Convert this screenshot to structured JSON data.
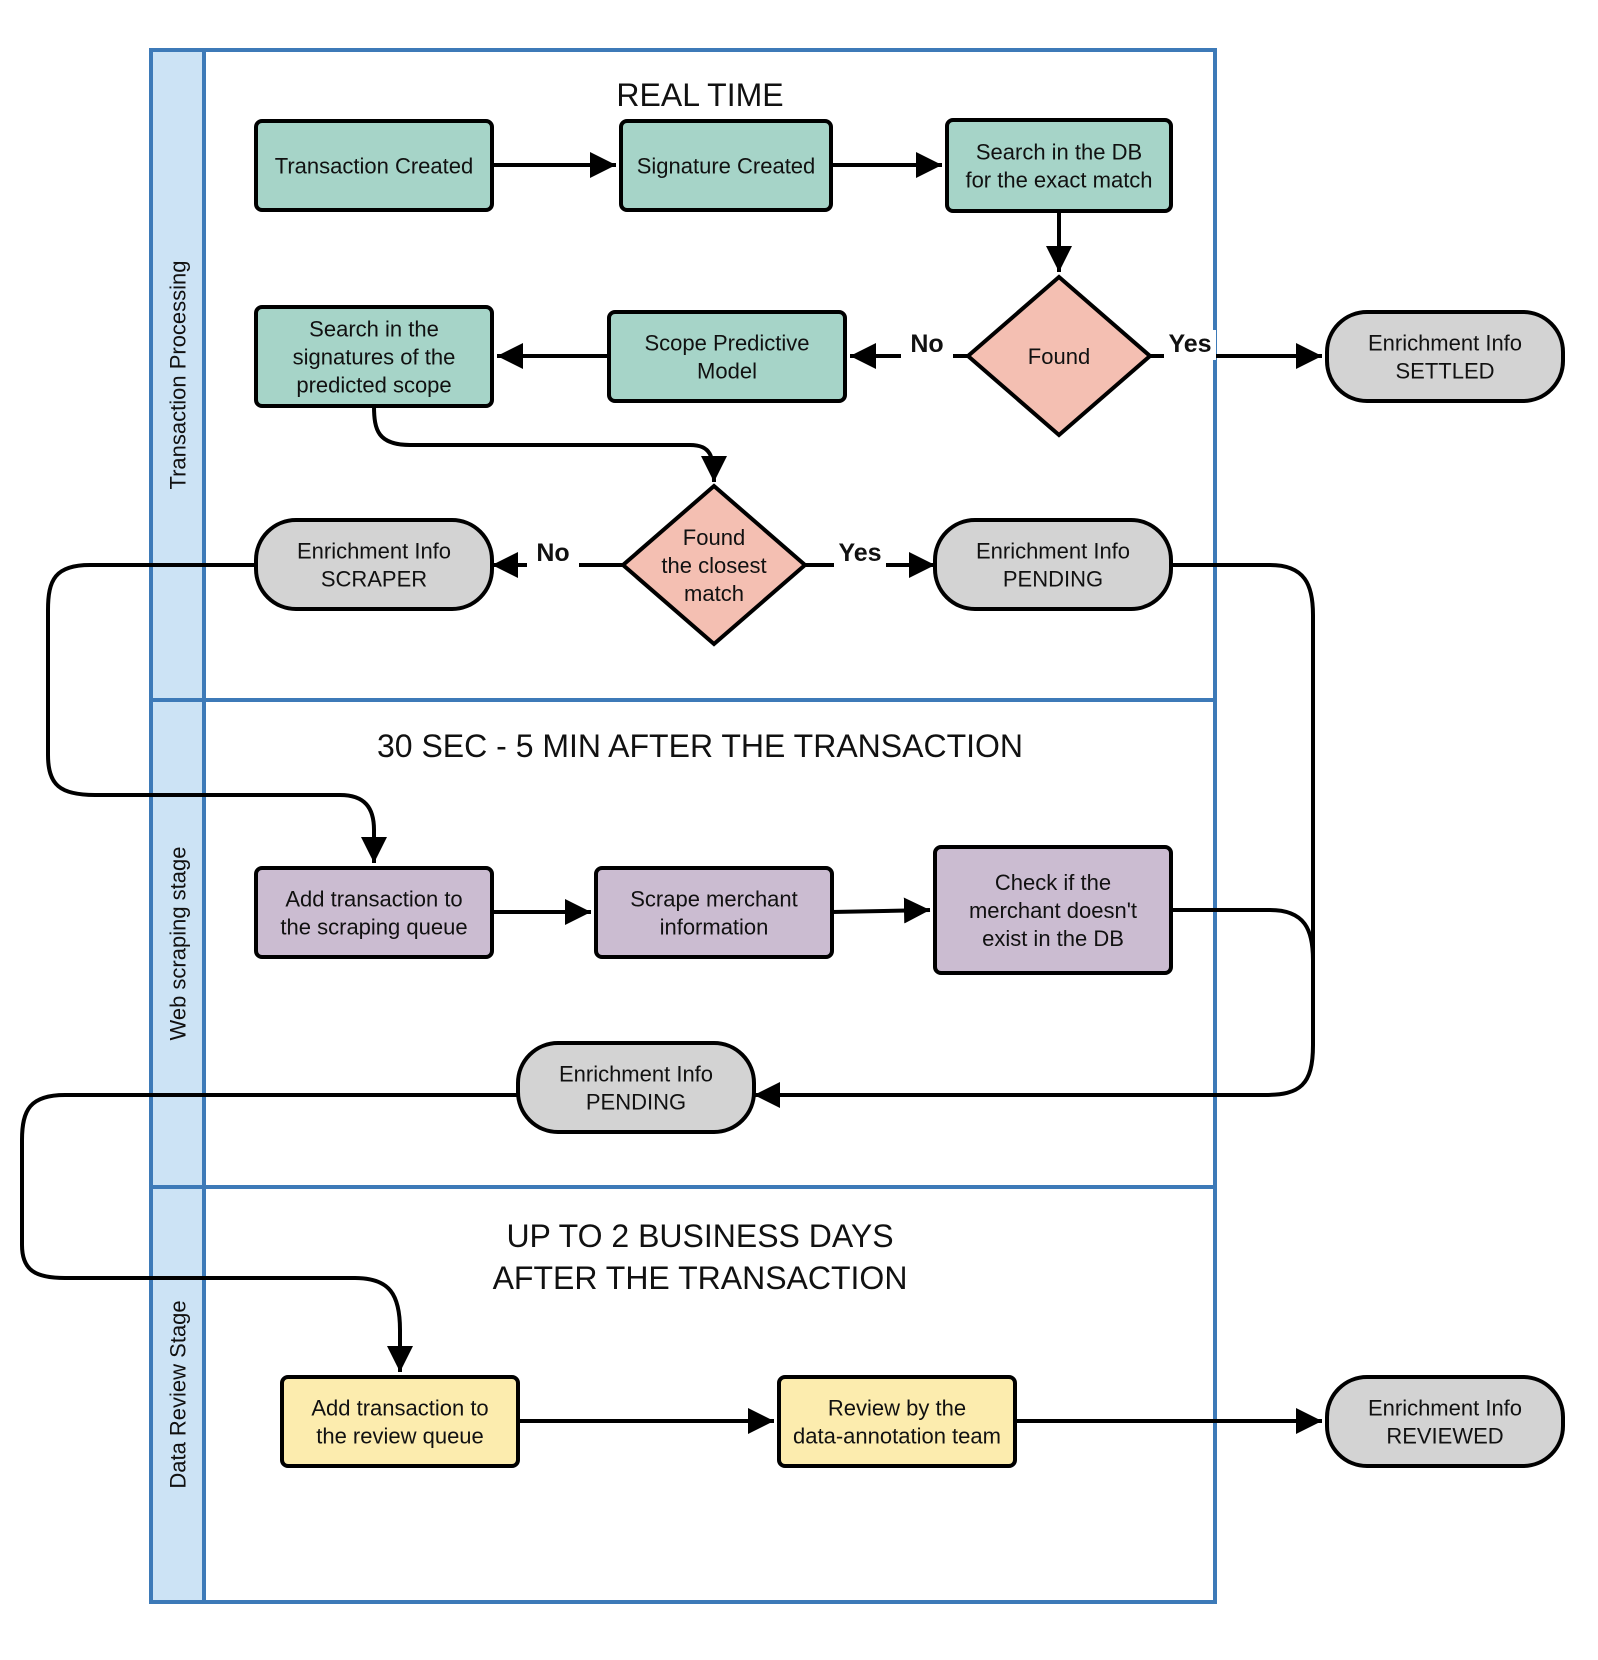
{
  "colors": {
    "lane_border": "#3d7ab8",
    "lane_header": "#cce3f5",
    "process_teal": "#a6d4c8",
    "process_purple": "#cbbcd1",
    "process_yellow": "#fcecae",
    "decision": "#f4bfb2",
    "terminal": "#d3d3d3",
    "edge": "#000000"
  },
  "lanes": [
    {
      "id": "lane_tp",
      "label": "Transaction Processing",
      "title": [
        "REAL TIME"
      ]
    },
    {
      "id": "lane_ws",
      "label": "Web scraping stage",
      "title": [
        "30 SEC - 5 MIN AFTER THE TRANSACTION"
      ]
    },
    {
      "id": "lane_dr",
      "label": "Data Review Stage",
      "title": [
        "UP TO 2 BUSINESS DAYS",
        "AFTER THE TRANSACTION"
      ]
    }
  ],
  "nodes": [
    {
      "id": "transaction_created",
      "type": "process",
      "color": "process_teal",
      "lines": [
        "Transaction Created"
      ]
    },
    {
      "id": "signature_created",
      "type": "process",
      "color": "process_teal",
      "lines": [
        "Signature Created"
      ]
    },
    {
      "id": "search_db_exact",
      "type": "process",
      "color": "process_teal",
      "lines": [
        "Search in the DB",
        "for the exact match"
      ]
    },
    {
      "id": "found",
      "type": "decision",
      "color": "decision",
      "lines": [
        "Found"
      ]
    },
    {
      "id": "info_settled",
      "type": "terminal",
      "color": "terminal",
      "lines": [
        "Enrichment Info",
        "SETTLED"
      ]
    },
    {
      "id": "scope_model",
      "type": "process",
      "color": "process_teal",
      "lines": [
        "Scope Predictive",
        "Model"
      ]
    },
    {
      "id": "search_signatures",
      "type": "process",
      "color": "process_teal",
      "lines": [
        "Search in the",
        "signatures of the",
        "predicted scope"
      ]
    },
    {
      "id": "found_closest",
      "type": "decision",
      "color": "decision",
      "lines": [
        "Found",
        "the closest",
        "match"
      ]
    },
    {
      "id": "info_scraper",
      "type": "terminal",
      "color": "terminal",
      "lines": [
        "Enrichment Info",
        "SCRAPER"
      ]
    },
    {
      "id": "info_pending_1",
      "type": "terminal",
      "color": "terminal",
      "lines": [
        "Enrichment Info",
        "PENDING"
      ]
    },
    {
      "id": "add_scraping_queue",
      "type": "process",
      "color": "process_purple",
      "lines": [
        "Add transaction to",
        "the scraping queue"
      ]
    },
    {
      "id": "scrape_merchant",
      "type": "process",
      "color": "process_purple",
      "lines": [
        "Scrape merchant",
        "information"
      ]
    },
    {
      "id": "check_merchant",
      "type": "process",
      "color": "process_purple",
      "lines": [
        "Check if the",
        "merchant  doesn't",
        "exist in the DB"
      ]
    },
    {
      "id": "info_pending_2",
      "type": "terminal",
      "color": "terminal",
      "lines": [
        "Enrichment Info",
        "PENDING"
      ]
    },
    {
      "id": "add_review_queue",
      "type": "process",
      "color": "process_yellow",
      "lines": [
        "Add transaction to",
        "the review queue"
      ]
    },
    {
      "id": "review_team",
      "type": "process",
      "color": "process_yellow",
      "lines": [
        "Review by the",
        "data-annotation team"
      ]
    },
    {
      "id": "info_reviewed",
      "type": "terminal",
      "color": "terminal",
      "lines": [
        "Enrichment Info",
        "REVIEWED"
      ]
    }
  ],
  "edges": [
    {
      "id": "e1",
      "from": "transaction_created",
      "to": "signature_created",
      "label": ""
    },
    {
      "id": "e2",
      "from": "signature_created",
      "to": "search_db_exact",
      "label": ""
    },
    {
      "id": "e3",
      "from": "search_db_exact",
      "to": "found",
      "label": ""
    },
    {
      "id": "e4",
      "from": "found",
      "to": "info_settled",
      "label": "Yes"
    },
    {
      "id": "e5",
      "from": "found",
      "to": "scope_model",
      "label": "No"
    },
    {
      "id": "e6",
      "from": "scope_model",
      "to": "search_signatures",
      "label": ""
    },
    {
      "id": "e7",
      "from": "search_signatures",
      "to": "found_closest",
      "label": ""
    },
    {
      "id": "e8",
      "from": "found_closest",
      "to": "info_scraper",
      "label": "No"
    },
    {
      "id": "e9",
      "from": "found_closest",
      "to": "info_pending_1",
      "label": "Yes"
    },
    {
      "id": "e10",
      "from": "info_scraper",
      "to": "add_scraping_queue",
      "label": ""
    },
    {
      "id": "e11",
      "from": "add_scraping_queue",
      "to": "scrape_merchant",
      "label": ""
    },
    {
      "id": "e12",
      "from": "scrape_merchant",
      "to": "check_merchant",
      "label": ""
    },
    {
      "id": "e13",
      "from": "check_merchant",
      "to": "info_pending_2",
      "label": ""
    },
    {
      "id": "e14",
      "from": "info_pending_1",
      "to": "info_pending_2",
      "label": ""
    },
    {
      "id": "e15",
      "from": "info_pending_2",
      "to": "add_review_queue",
      "label": ""
    },
    {
      "id": "e16",
      "from": "add_review_queue",
      "to": "review_team",
      "label": ""
    },
    {
      "id": "e17",
      "from": "review_team",
      "to": "info_reviewed",
      "label": ""
    }
  ]
}
